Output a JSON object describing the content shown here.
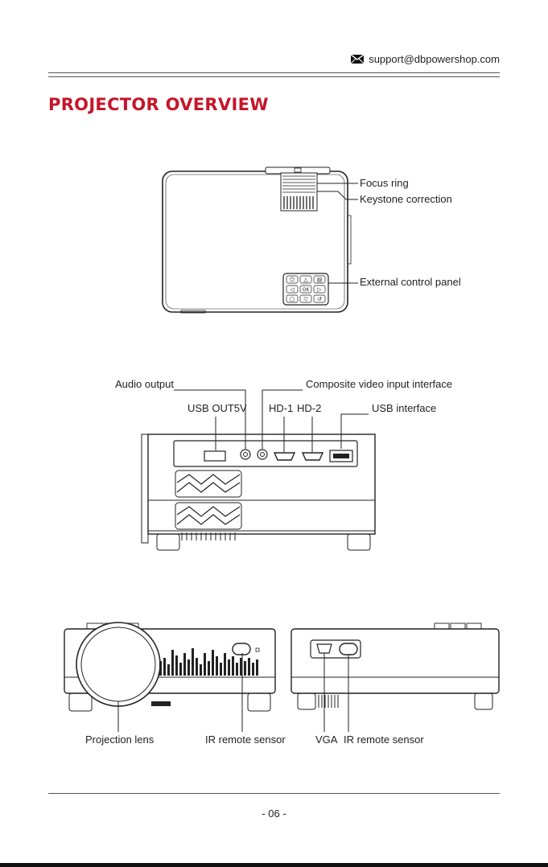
{
  "header": {
    "email_icon": "envelope-icon",
    "email": "support@dbpowershop.com"
  },
  "title": "PROJECTOR OVERVIEW",
  "top_view": {
    "labels": {
      "focus_ring": "Focus ring",
      "keystone": "Keystone correction",
      "control_panel": "External control panel"
    },
    "panel_keys": [
      "⏻",
      "△",
      "▤",
      "◁",
      "OK",
      "▷",
      "▢",
      "▽",
      "↺"
    ]
  },
  "rear_view": {
    "labels": {
      "audio_output": "Audio output",
      "composite": "Composite video input interface",
      "usb_out": "USB OUT5V",
      "hd1": "HD-1",
      "hd2": "HD-2",
      "usb_interface": "USB interface"
    }
  },
  "front_views": {
    "labels": {
      "projection_lens": "Projection lens",
      "ir_sensor_front": "IR remote sensor",
      "vga": "VGA",
      "ir_sensor_back": "IR remote sensor"
    }
  },
  "footer": {
    "page": "- 06 -"
  }
}
